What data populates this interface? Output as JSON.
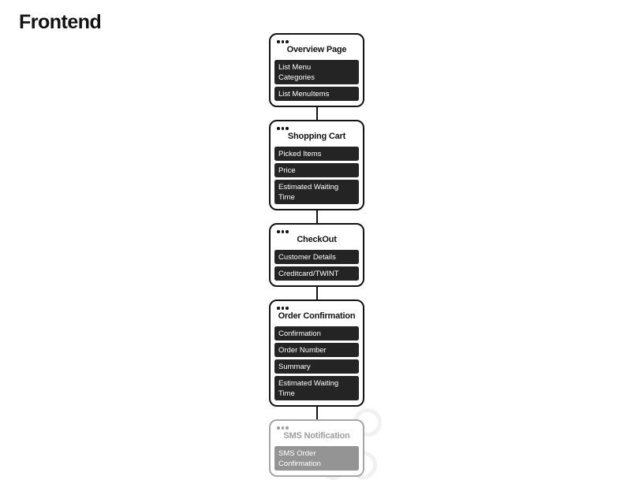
{
  "page": {
    "title": "Frontend"
  },
  "colors": {
    "card_border": "#121212",
    "row_bg": "#242424",
    "row_text": "#ffffff",
    "connector": "#121212",
    "muted_border": "#a6a6a6",
    "muted_title": "#9e9e9e",
    "muted_row_bg": "#949494"
  },
  "flow": {
    "cards": [
      {
        "id": "overview-page",
        "title": "Overview Page",
        "muted": false,
        "rows": [
          "List Menu\nCategories",
          "List MenuItems"
        ]
      },
      {
        "id": "shopping-cart",
        "title": "Shopping Cart",
        "muted": false,
        "rows": [
          "Picked Items",
          "Price",
          "Estimated Waiting\nTime"
        ]
      },
      {
        "id": "checkout",
        "title": "CheckOut",
        "muted": false,
        "rows": [
          "Customer Details",
          "Creditcard/TWINT"
        ]
      },
      {
        "id": "order-confirmation",
        "title": "Order Confirmation",
        "muted": false,
        "rows": [
          "Confirmation",
          "Order Number",
          "Summary",
          "Estimated Waiting\nTime"
        ]
      },
      {
        "id": "sms-notification",
        "title": "SMS Notification",
        "muted": true,
        "rows": [
          "SMS Order\nConfirmation"
        ]
      }
    ]
  }
}
